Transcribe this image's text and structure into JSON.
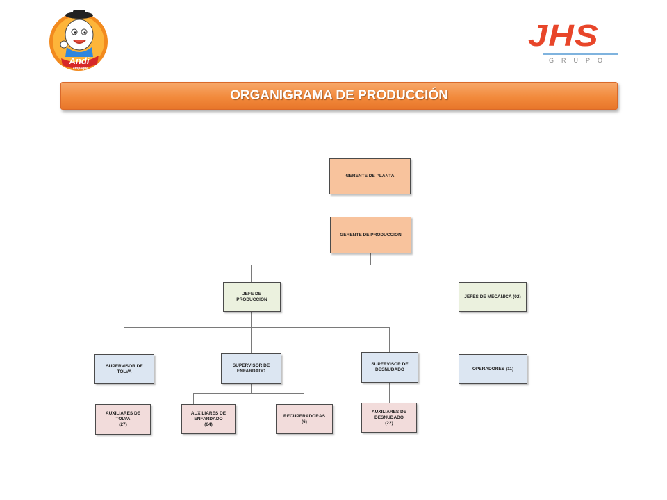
{
  "header": {
    "left_logo": {
      "brand": "Andi",
      "tagline": "empaque",
      "icon": "andi-mascot-logo"
    },
    "right_logo": {
      "brand": "JHS",
      "tagline": "GRUPO"
    },
    "title": "ORGANIGRAMA DE PRODUCCIÓN"
  },
  "colors": {
    "title_bar": "#f28a3c",
    "level_top": "#f8c39d",
    "level_chief": "#ebf1de",
    "level_supervisor": "#dce6f2",
    "level_staff": "#f2dcdb",
    "jhs_red": "#e8462a"
  },
  "org": {
    "gerente_planta": "GERENTE DE PLANTA",
    "gerente_produccion": "GERENTE DE PRODUCCION",
    "jefe_produccion": "JEFE DE PRODUCCION",
    "jefes_mecanica": "JEFES DE MECANICA (02)",
    "supervisor_tolva": "SUPERVISOR DE TOLVA",
    "supervisor_enfardado": "SUPERVISOR DE\nENFARDADO",
    "supervisor_desnudado": "SUPERVISOR DE\nDESNUDADO",
    "operadores": "OPERADORES (11)",
    "auxiliares_tolva": "AUXILIARES DE TOLVA\n(27)",
    "auxiliares_enfardado": "AUXILIARES DE\nENFARDADO\n(64)",
    "recuperadoras": "RECUPERADORAS\n(6)",
    "auxiliares_desnudado": "AUXILIARES DE\nDESNUDADO\n(22)"
  }
}
